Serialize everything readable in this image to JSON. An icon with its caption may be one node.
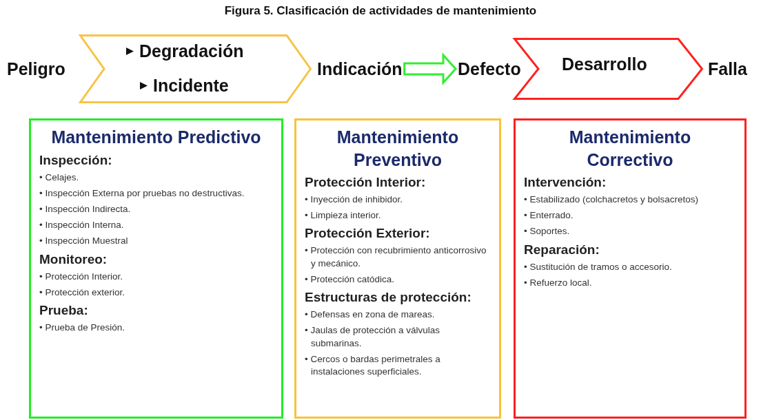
{
  "diagram": {
    "title": "Figura 5. Clasificación de actividades de mantenimiento",
    "nodes": [
      {
        "text": [
          "Degradación",
          "Incidente"
        ]
      },
      {
        "text": [
          "Indicación"
        ]
      },
      {
        "text": [
          "Defecto"
        ]
      },
      {
        "text": [
          "Desarrollo"
        ]
      },
      {
        "text": [
          "Mantenimiento Predictivo",
          "Inspección:",
          "• Celajes.",
          "• Inspección  Externa por pruebas no destructivas.",
          "• Inspección Indirecta.",
          "• Inspección  Interna.",
          "• Inspección Muestral",
          "Monitoreo:",
          "• Protección Interior.",
          "• Protección exterior.",
          "Prueba:",
          "• Prueba de Presión."
        ]
      },
      {
        "text": [
          "Mantenimiento Preventivo",
          "Protección Interior:",
          "• Inyección de inhibidor.",
          "• Limpieza interior.",
          "Protección Exterior:",
          "• Protección con recubrimiento anticorrosivo y mecánico.",
          "• Protección catódica.",
          "Estructuras de protección:",
          "• Defensas en zona de mareas.",
          "• Jaulas de protección a válvulas submarinas.",
          "• Cercos o bardas perimetrales a instalaciones superficiales."
        ]
      },
      {
        "text": [
          "Mantenimiento Correctivo",
          "Intervención:",
          "• Estabilizado (colchacretos y bolsacretos)",
          "• Enterrado.",
          "• Soportes.",
          "Reparación:",
          "• Sustitución de tramos o accesorio.",
          "• Refuerzo local."
        ]
      }
    ],
    "edges": [
      {
        "from": 1,
        "to": 2,
        "arrow": "to",
        "color": "#33ee33"
      }
    ],
    "labels": [
      "Peligro",
      "Falla"
    ]
  }
}
